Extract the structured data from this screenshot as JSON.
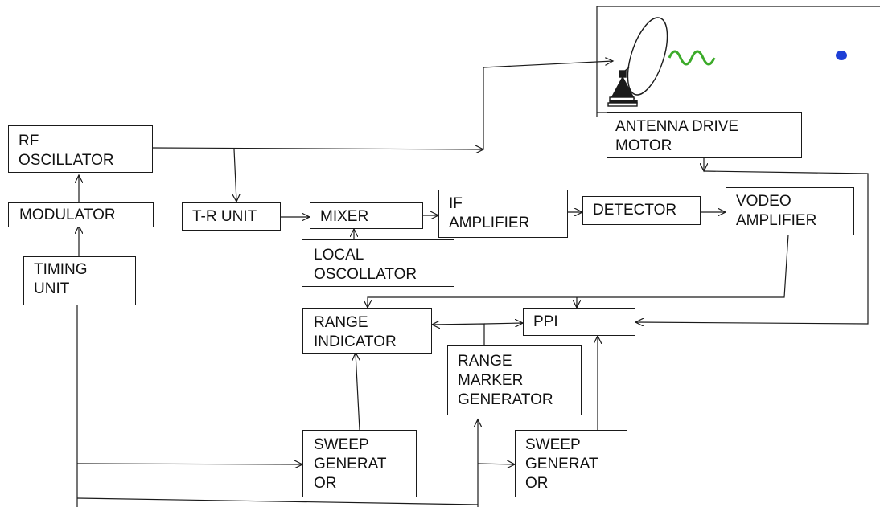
{
  "blocks": {
    "rf_oscillator": "RF\nOSCILLATOR",
    "modulator": "MODULATOR",
    "timing_unit": "TIMING\nUNIT",
    "tr_unit": "T-R UNIT",
    "mixer": "MIXER",
    "local_oscillator": "LOCAL\nOSCOLLATOR",
    "if_amplifier": "IF\nAMPLIFIER",
    "detector": "DETECTOR",
    "video_amplifier": "VODEO\nAMPLIFIER",
    "antenna_drive_motor": "ANTENNA DRIVE\nMOTOR",
    "range_indicator": "RANGE\nINDICATOR",
    "ppi": "PPI",
    "range_marker_generator": "RANGE\nMARKER\nGENERATOR",
    "sweep_generator_1": "SWEEP\nGENERAT\nOR",
    "sweep_generator_2": "SWEEP\nGENERAT\nOR"
  },
  "colors": {
    "stroke": "#1a1a1a",
    "wave": "#3cab2a",
    "target": "#1e3fd6"
  },
  "icons": [
    "radar-dish-icon",
    "signal-wave-icon",
    "target-dot-icon"
  ]
}
